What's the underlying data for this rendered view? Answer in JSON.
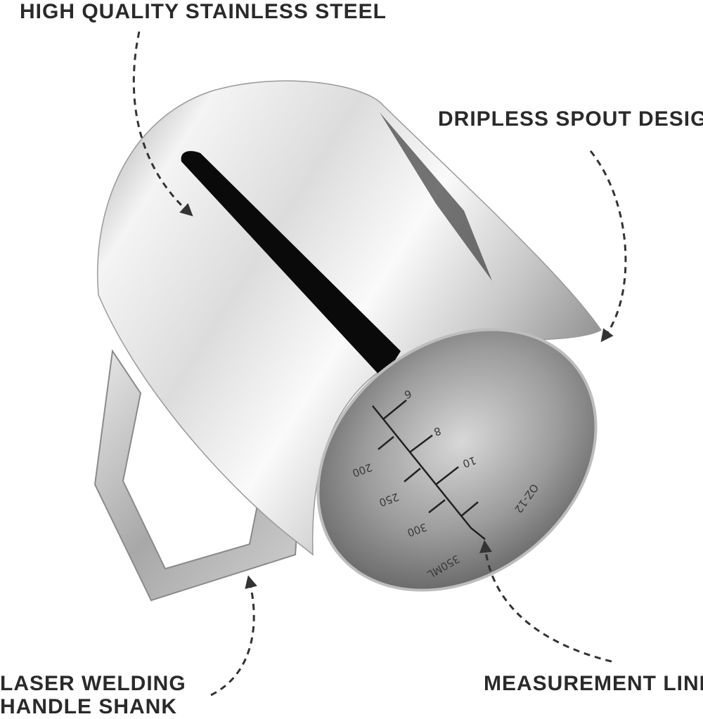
{
  "callouts": {
    "steel": "HIGH QUALITY STAINLESS STEEL",
    "spout": "DRIPLESS SPOUT DESIGN",
    "handle_line1": "LASER WELDING",
    "handle_line2": "HANDLE SHANK",
    "measurement": "MEASUREMENT LINE"
  },
  "markings": {
    "oz": [
      "6",
      "8",
      "10",
      "OZ-12"
    ],
    "ml": [
      "200",
      "250",
      "300",
      "350ML"
    ]
  },
  "colors": {
    "text": "#2a2a2a",
    "steel_light": "#f2f2f2",
    "steel_dark": "#5a5a5a"
  }
}
